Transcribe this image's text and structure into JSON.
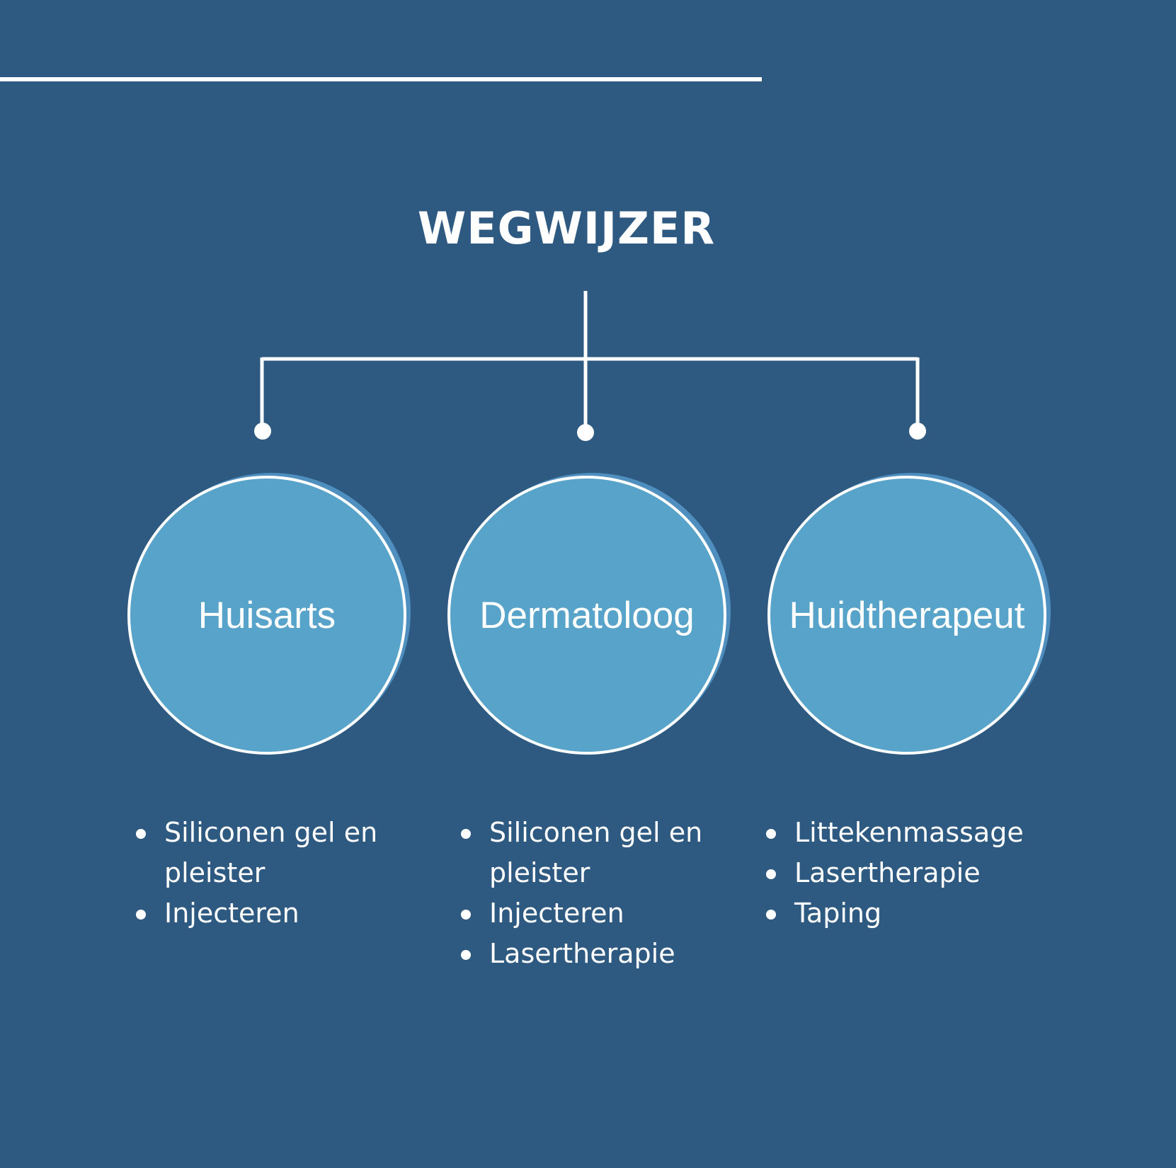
{
  "title": "WEGWIJZER",
  "colors": {
    "background": "#2e5980",
    "circle_fill": "#57a3ca",
    "circle_shadow": "#4f8fbf",
    "lines": "#ffffff"
  },
  "nodes": [
    {
      "label": "Huisarts",
      "items": [
        "Siliconen gel en",
        "pleister",
        "Injecteren"
      ],
      "bullets": [
        true,
        false,
        true
      ]
    },
    {
      "label": "Dermatoloog",
      "items": [
        "Siliconen gel en",
        "pleister",
        "Injecteren",
        "Lasertherapie"
      ],
      "bullets": [
        true,
        false,
        true,
        true
      ]
    },
    {
      "label": "Huidtherapeut",
      "items": [
        "Littekenmassage",
        "Lasertherapie",
        "Taping"
      ],
      "bullets": [
        true,
        true,
        true
      ]
    }
  ]
}
